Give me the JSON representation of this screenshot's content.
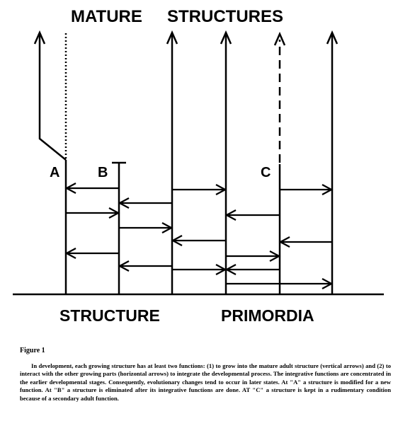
{
  "diagram": {
    "title_left": "MATURE",
    "title_right": "STRUCTURES",
    "bottom_left": "STRUCTURE",
    "bottom_right": "PRIMORDIA",
    "label_a": "A",
    "label_b": "B",
    "label_c": "C"
  },
  "caption": {
    "figure_label": "Figure 1",
    "text": "In development, each growing structure has at least two functions: (1) to grow into the mature adult structure (vertical arrows) and (2) to interact with the other growing parts (horizontal arrows) to integrate the developmental process. The integrative functions are concentrated in the earlier developmental stages. Consequently, evolutionary changes tend to occur in later states. At \"A\" a structure is modified for a new function. At \"B\" a structure is eliminated after its integrative functions are done. AT \"C\" a structure is kept in a rudimentary condition because of a secondary adult function."
  }
}
